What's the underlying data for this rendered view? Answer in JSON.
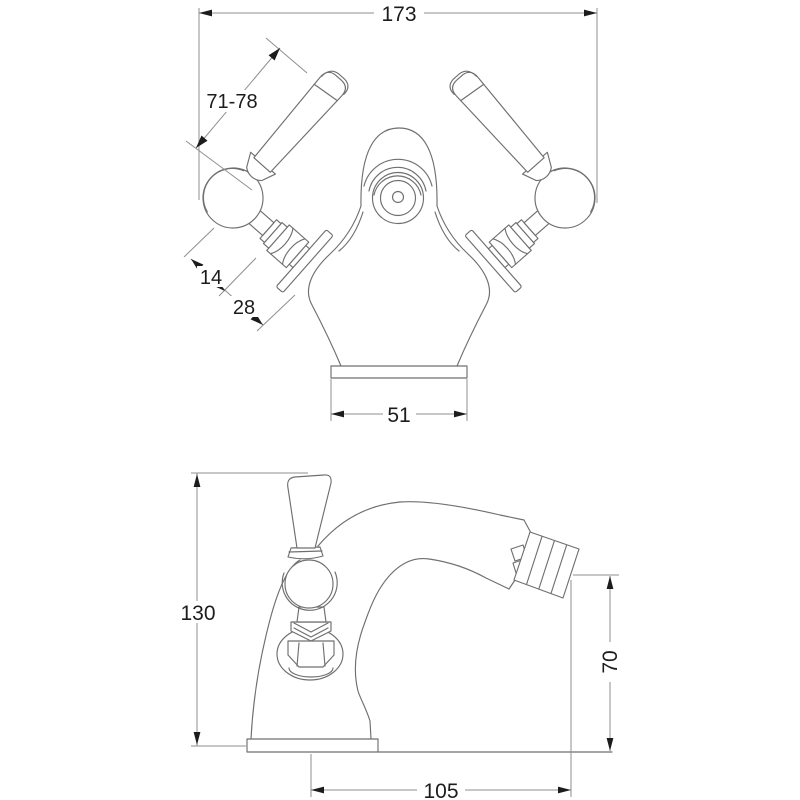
{
  "drawing": {
    "type": "technical dimension drawing",
    "subject": "traditional lever-handle bidet mixer tap, front and side elevations",
    "units": "mm"
  },
  "front_view": {
    "name": "front elevation",
    "dims": {
      "overall_width": "173",
      "handle_length": "71-78",
      "valve_detail_a": "14",
      "valve_detail_b": "28",
      "base_width": "51"
    }
  },
  "side_view": {
    "name": "side elevation",
    "dims": {
      "overall_height": "130",
      "outlet_height": "70",
      "projection": "105"
    }
  },
  "colors": {
    "geometry_line": "#6f6f6f",
    "dimension_line": "#8f8f8f",
    "text": "#1c1c1c",
    "background": "#ffffff"
  }
}
